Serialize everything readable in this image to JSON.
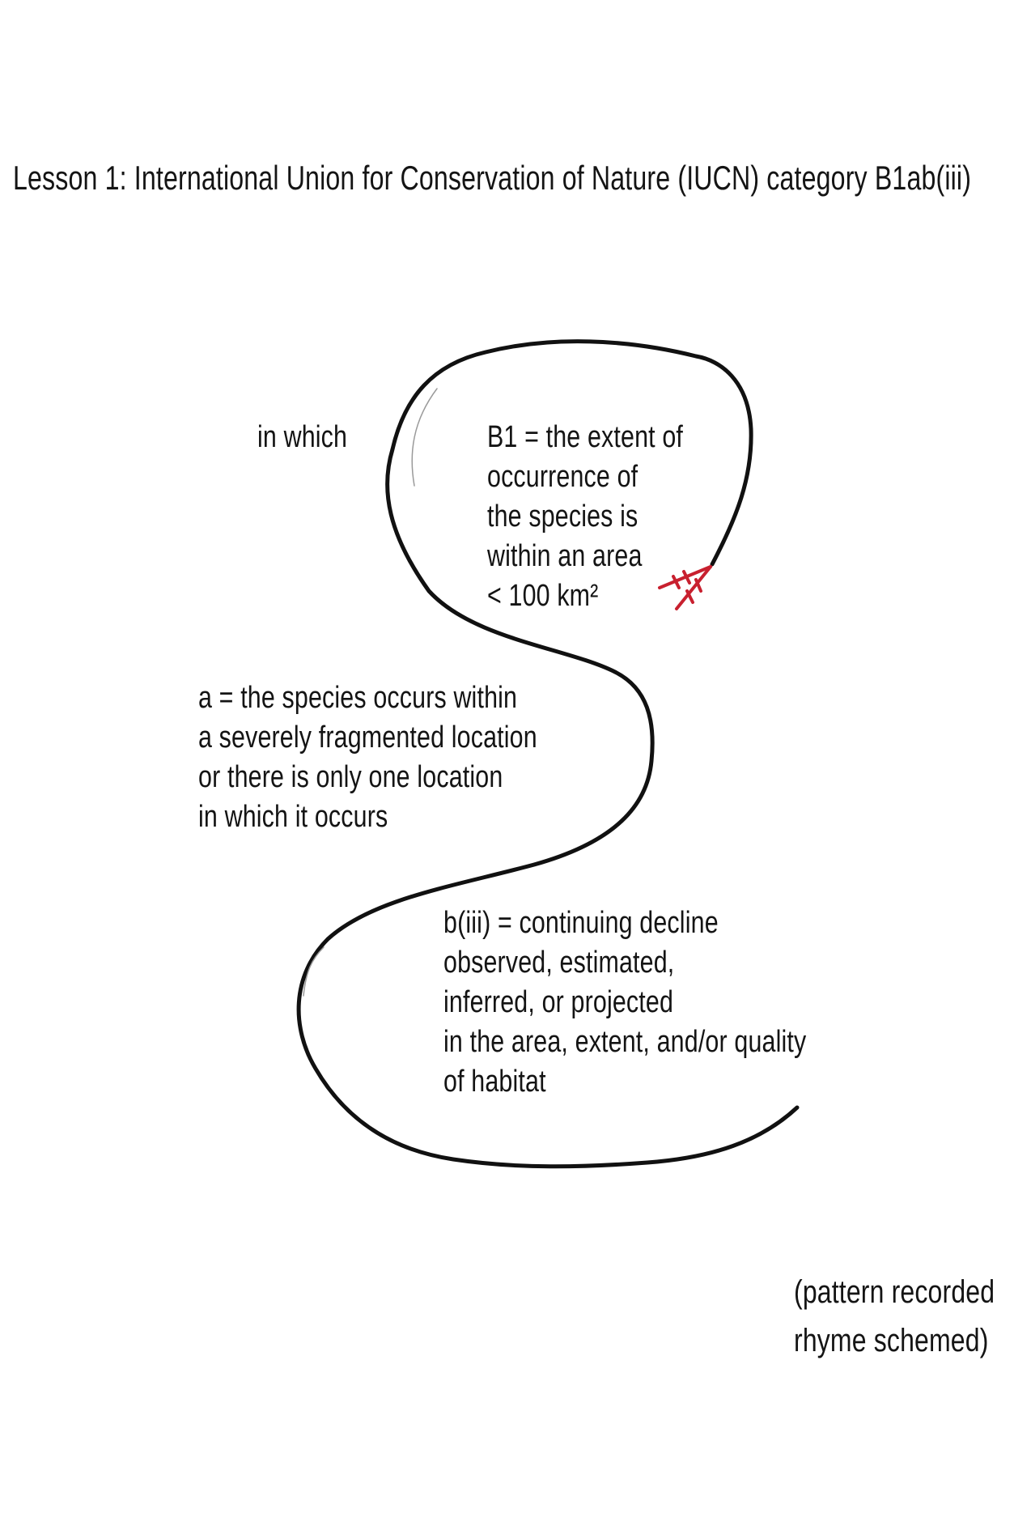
{
  "title": "Lesson 1: International Union for Conservation of Nature (IUCN) category B1ab(iii)",
  "labels": {
    "in_which": "in which",
    "b1": [
      "B1 = the extent of",
      "occurrence of",
      "the species is",
      "within an area",
      "< 100 km²"
    ],
    "a": [
      "a = the species occurs within",
      "a severely fragmented location",
      "or there is only one location",
      "in which it occurs"
    ],
    "b_iii": [
      "b(iii) = continuing decline",
      "observed, estimated,",
      "inferred, or projected",
      "in the area, extent, and/or quality",
      "of habitat"
    ]
  },
  "footnote": [
    "(pattern recorded",
    "rhyme schemed)"
  ],
  "colors": {
    "line": "#111111",
    "arrow": "#c8202f",
    "text": "#141414"
  },
  "icons": {
    "curve": "hand-drawn-s-curve",
    "arrow": "red-arrow-tail-icon"
  }
}
